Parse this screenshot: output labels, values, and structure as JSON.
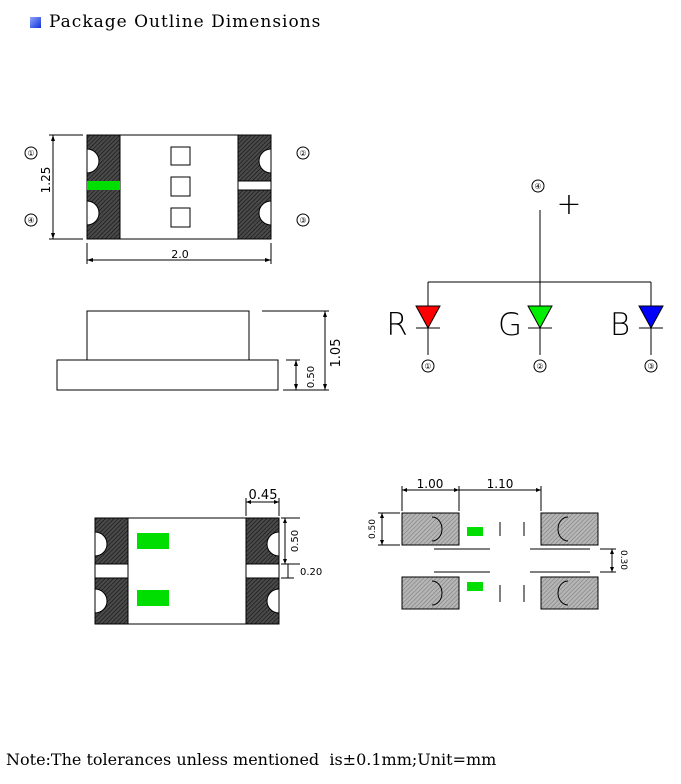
{
  "header": {
    "title": "Package Outline Dimensions",
    "bullet_color": "#2b47e6"
  },
  "top_view": {
    "dim_height": "1.25",
    "dim_width": "2.0",
    "pins": [
      "①",
      "④",
      "②",
      "③"
    ]
  },
  "side_view": {
    "dim_total_height": "1.05",
    "dim_base_height": "0.50"
  },
  "schematic": {
    "common_pin": "④",
    "polarity": "+",
    "diodes": [
      {
        "label": "R",
        "pin": "①",
        "color": "#ff0000"
      },
      {
        "label": "G",
        "pin": "②",
        "color": "#00ee00"
      },
      {
        "label": "B",
        "pin": "③",
        "color": "#0000ff"
      }
    ]
  },
  "bottom_view": {
    "dim_pad_width": "0.45",
    "dim_pad_height": "0.50",
    "dim_gap": "0.20"
  },
  "footprint": {
    "dim_pad_length": "1.00",
    "dim_spacing": "1.10",
    "dim_pad_height": "0.50",
    "dim_gap": "0.30"
  },
  "note": "Note:The tolerances unless mentioned  is±0.1mm;Unit=mm",
  "colors": {
    "pad_fill": "#3a3a3a",
    "green_chip": "#00dd00",
    "footprint_pad": "#a6a6a6"
  }
}
